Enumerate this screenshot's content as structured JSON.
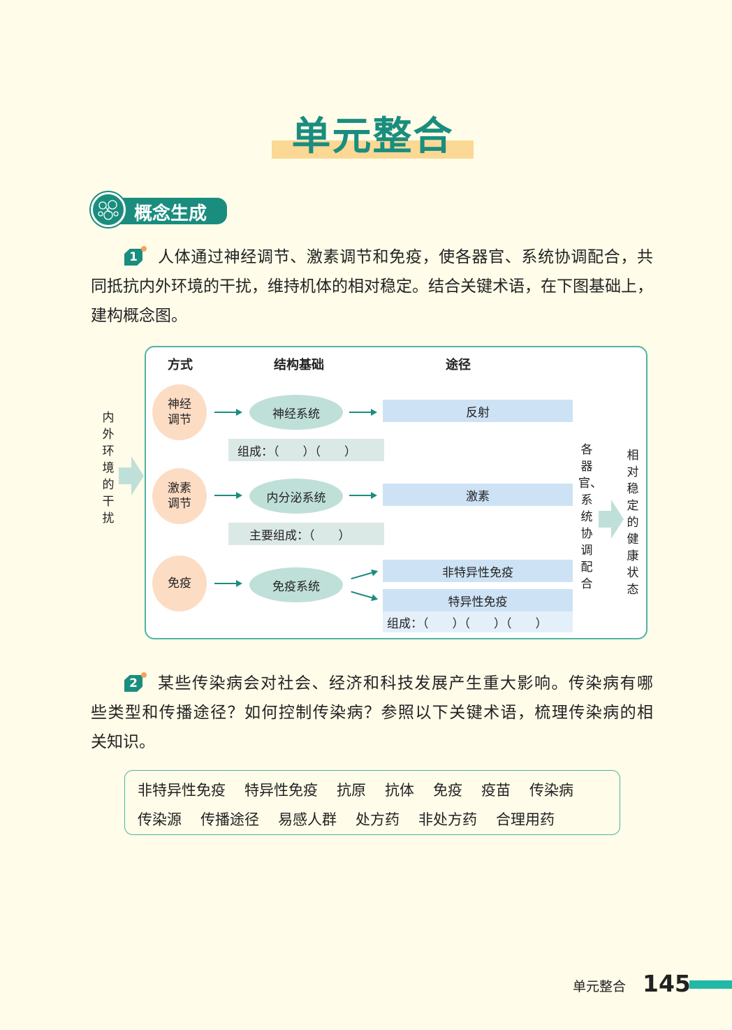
{
  "title": "单元整合",
  "section": {
    "label": "概念生成",
    "icon": "molecule-icon"
  },
  "q1": {
    "number": "1",
    "lines": [
      "人体通过神经调节、激素调节和免疫，使各器官、系统协调配合，共",
      "同抵抗内外环境的干扰，维持机体的相对稳定。结合关键术语，在下图基础上，",
      "建构概念图。"
    ]
  },
  "diagram": {
    "headers": {
      "mode": "方式",
      "structure": "结构基础",
      "pathway": "途径"
    },
    "left_label": "内外环境的干扰",
    "rows": [
      {
        "mode": "神经调节",
        "structure": "神经系统",
        "pathway": "反射",
        "composition": "组成：（　　）（　　）"
      },
      {
        "mode": "激素调节",
        "structure": "内分泌系统",
        "pathway": "激素",
        "composition": "主要组成：（　　）"
      },
      {
        "mode": "免疫",
        "structure": "免疫系统",
        "pathways": [
          "非特异性免疫",
          "特异性免疫"
        ],
        "composition": "组成：（　　）（　　）（　　）"
      }
    ],
    "coordination": "各器官、系统协调配合",
    "result": "相对稳定的健康状态"
  },
  "q2": {
    "number": "2",
    "lines": [
      "某些传染病会对社会、经济和科技发展产生重大影响。传染病有哪",
      "些类型和传播途径？如何控制传染病？参照以下关键术语，梳理传染病的相",
      "关知识。"
    ]
  },
  "keywords": [
    [
      "非特异性免疫",
      "特异性免疫",
      "抗原",
      "抗体",
      "免疫",
      "疫苗",
      "传染病"
    ],
    [
      "传染源",
      "传播途径",
      "易感人群",
      "处方药",
      "非处方药",
      "合理用药"
    ]
  ],
  "footer": {
    "label": "单元整合",
    "page": "145"
  },
  "colors": {
    "accent": "#1a8d7e",
    "bg": "#fffce9",
    "highlight": "#fbd894"
  }
}
